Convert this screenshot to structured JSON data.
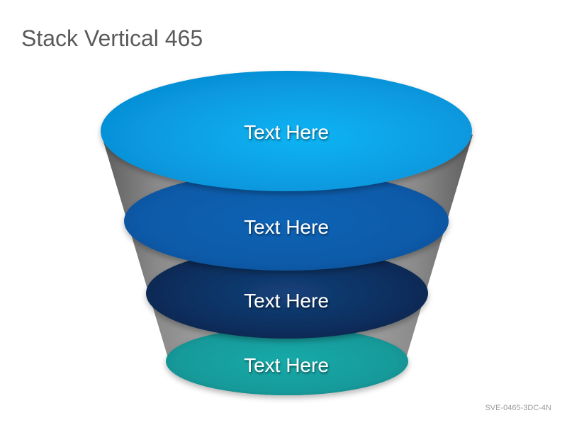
{
  "slide": {
    "title": "Stack Vertical 465",
    "code": "SVE-0465-3DC-4N"
  },
  "layers": [
    {
      "label": "Text Here",
      "color": "#1aa6ea"
    },
    {
      "label": "Text Here",
      "color": "#0a5aa8"
    },
    {
      "label": "Text Here",
      "color": "#0b2c5a"
    },
    {
      "label": "Text Here",
      "color": "#139a9a"
    }
  ]
}
